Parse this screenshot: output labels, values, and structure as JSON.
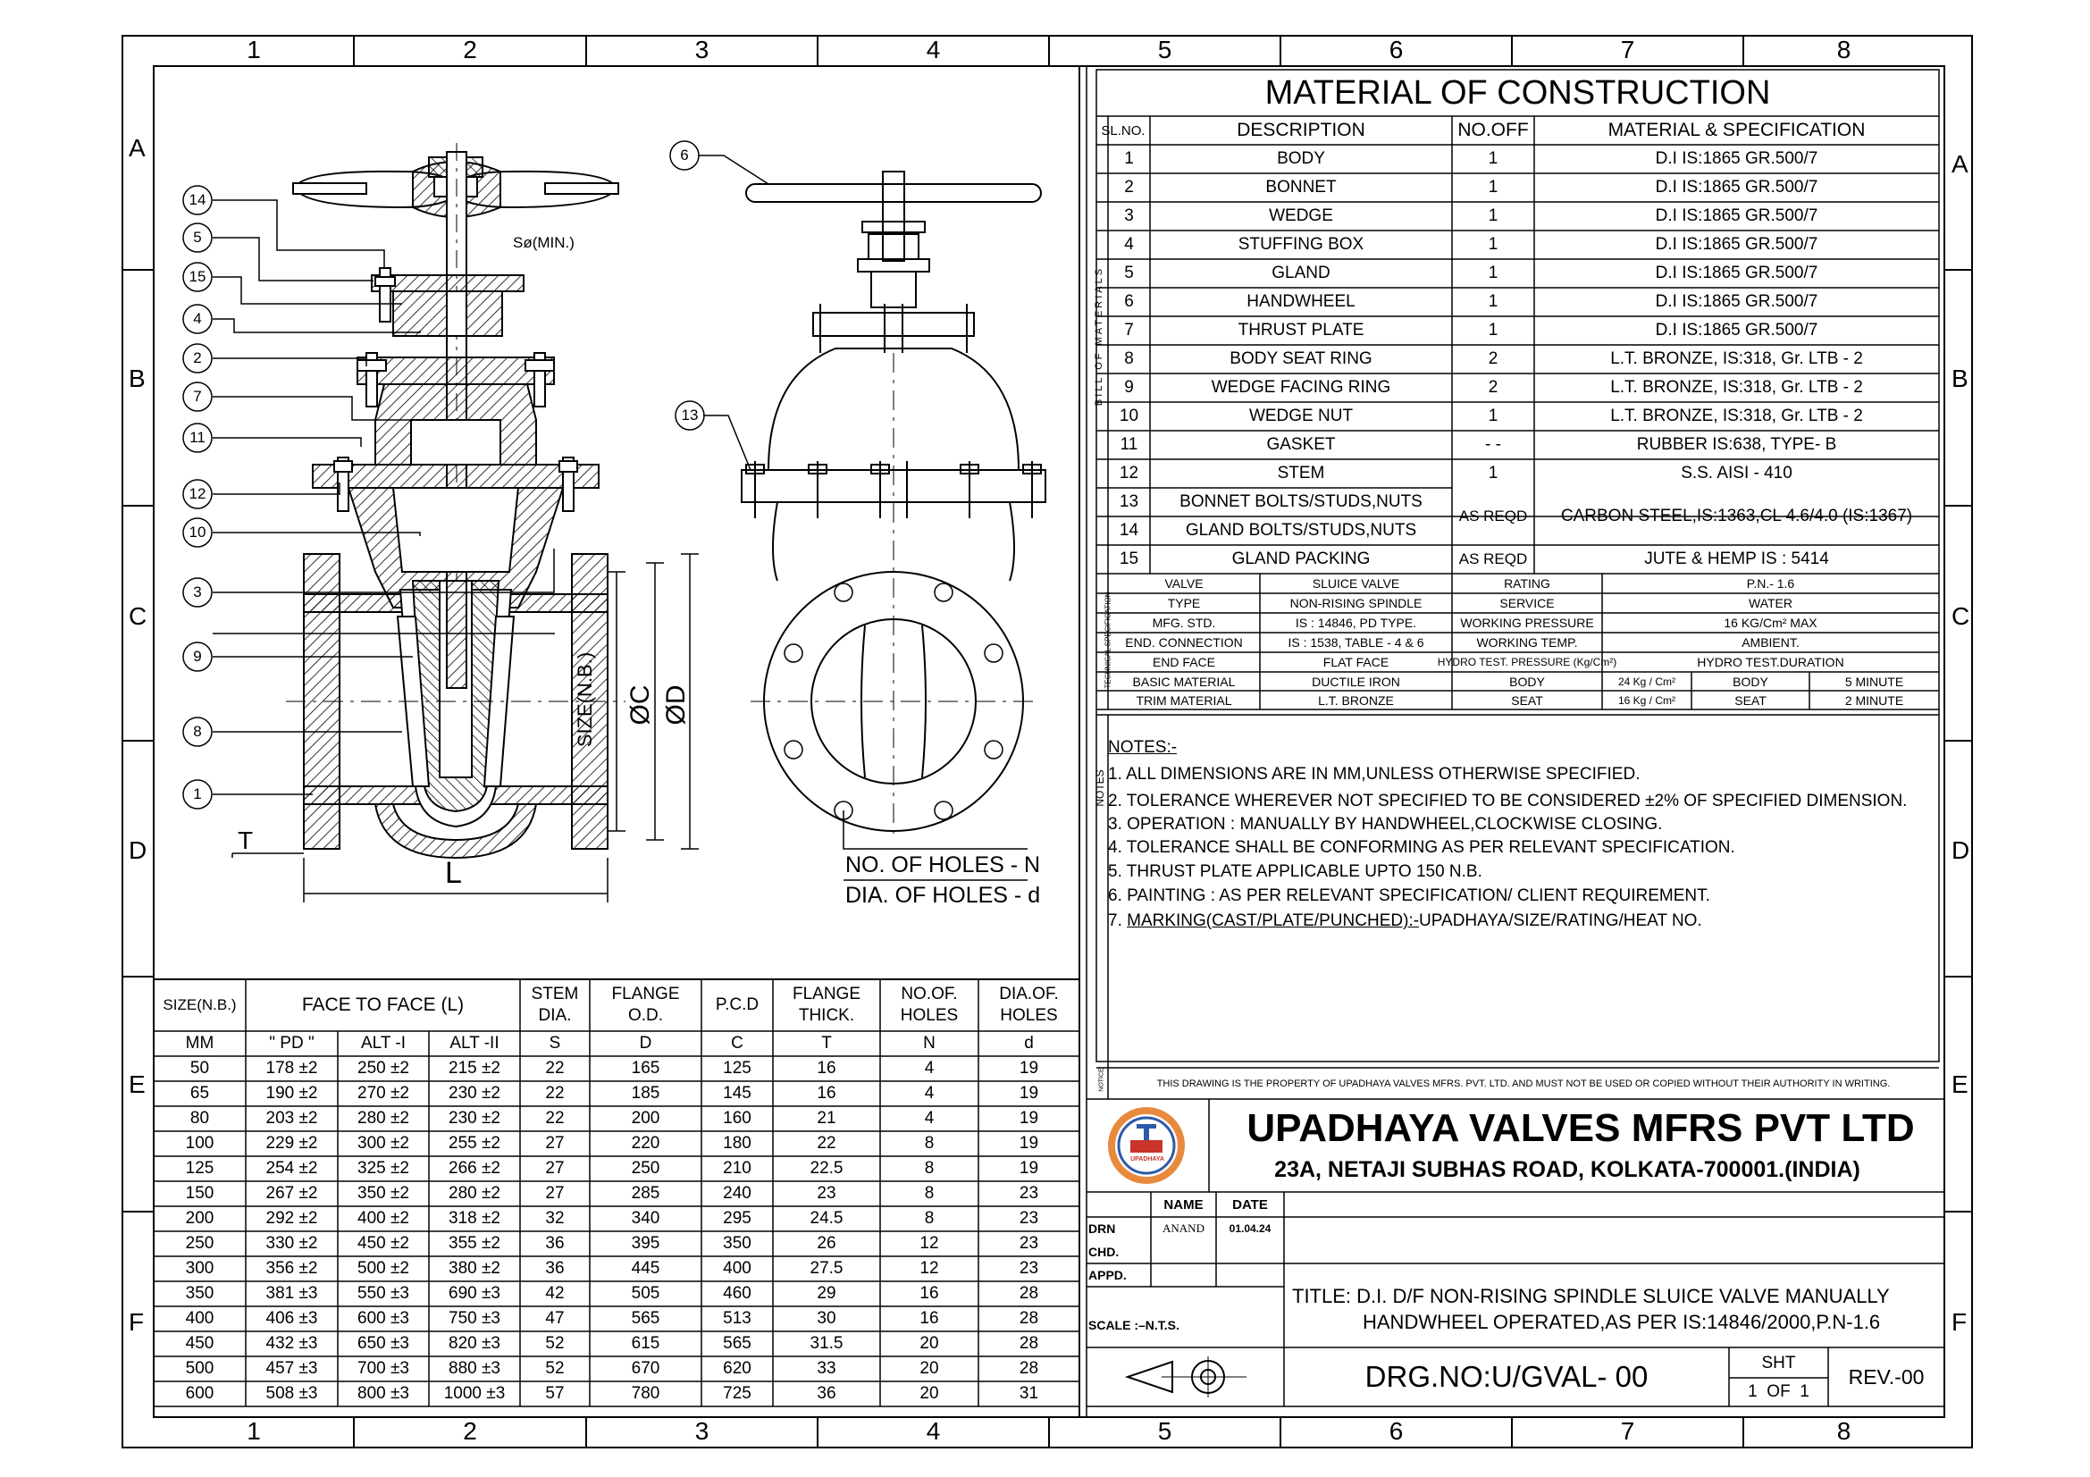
{
  "border": {
    "columns": [
      "1",
      "2",
      "3",
      "4",
      "5",
      "6",
      "7",
      "8"
    ],
    "rows": [
      "A",
      "B",
      "C",
      "D",
      "E",
      "F"
    ]
  },
  "drawing_labels": {
    "balloons": [
      "14",
      "5",
      "15",
      "4",
      "2",
      "7",
      "11",
      "12",
      "10",
      "3",
      "9",
      "8",
      "1",
      "6",
      "13"
    ],
    "stem_dia": "Sø(MIN.)",
    "size_nb": "SIZE(N.B.)",
    "oc": "ØC",
    "od": "ØD",
    "t": "T",
    "l": "L",
    "holes_n": "NO. OF HOLES - N",
    "holes_d": "DIA. OF HOLES - d"
  },
  "moc": {
    "title": "MATERIAL OF CONSTRUCTION",
    "side_label": "BILL OF MATERIALS",
    "headers": [
      "SL.NO.",
      "DESCRIPTION",
      "NO.OFF",
      "MATERIAL & SPECIFICATION"
    ],
    "rows": [
      [
        "1",
        "BODY",
        "1",
        "D.I IS:1865 GR.500/7"
      ],
      [
        "2",
        "BONNET",
        "1",
        "D.I IS:1865 GR.500/7"
      ],
      [
        "3",
        "WEDGE",
        "1",
        "D.I IS:1865 GR.500/7"
      ],
      [
        "4",
        "STUFFING BOX",
        "1",
        "D.I IS:1865 GR.500/7"
      ],
      [
        "5",
        "GLAND",
        "1",
        "D.I IS:1865 GR.500/7"
      ],
      [
        "6",
        "HANDWHEEL",
        "1",
        "D.I IS:1865 GR.500/7"
      ],
      [
        "7",
        "THRUST PLATE",
        "1",
        "D.I IS:1865 GR.500/7"
      ],
      [
        "8",
        "BODY SEAT RING",
        "2",
        "L.T. BRONZE, IS:318, Gr. LTB - 2"
      ],
      [
        "9",
        "WEDGE FACING RING",
        "2",
        "L.T. BRONZE, IS:318, Gr. LTB - 2"
      ],
      [
        "10",
        "WEDGE NUT",
        "1",
        "L.T. BRONZE, IS:318, Gr. LTB - 2"
      ],
      [
        "11",
        "GASKET",
        "- -",
        "RUBBER IS:638, TYPE- B"
      ],
      [
        "12",
        "STEM",
        "1",
        "S.S. AISI - 410"
      ]
    ],
    "row13": {
      "sl": "13",
      "desc": "BONNET BOLTS/STUDS,NUTS"
    },
    "row14": {
      "sl": "14",
      "desc": "GLAND BOLTS/STUDS,NUTS"
    },
    "row1314_qty": "AS  REQD",
    "row1314_mat": "CARBON STEEL,IS:1363,CL 4.6/4.0 (IS:1367)",
    "row15": [
      "15",
      "GLAND PACKING",
      "AS REQD",
      "JUTE & HEMP IS : 5414"
    ]
  },
  "tech": {
    "side_label": "TECHNICAL SPECIFICATION",
    "rows": [
      [
        "VALVE",
        "SLUICE VALVE",
        "RATING",
        "P.N.- 1.6"
      ],
      [
        "TYPE",
        "NON-RISING SPINDLE",
        "SERVICE",
        "WATER"
      ],
      [
        "MFG. STD.",
        "IS : 14846, PD TYPE.",
        "WORKING PRESSURE",
        "16 KG/Cm² MAX"
      ],
      [
        "END. CONNECTION",
        "IS : 1538, TABLE - 4 & 6",
        "WORKING TEMP.",
        "AMBIENT."
      ],
      [
        "END FACE",
        "FLAT FACE",
        "HYDRO TEST. PRESSURE  (Kg/Cm²)",
        "HYDRO TEST.DURATION"
      ]
    ],
    "row6": [
      "BASIC MATERIAL",
      "DUCTILE IRON",
      "BODY",
      "24 Kg / Cm²",
      "BODY",
      "5 MINUTE"
    ],
    "row7": [
      "TRIM MATERIAL",
      "L.T. BRONZE",
      "SEAT",
      "16 Kg / Cm²",
      "SEAT",
      "2 MINUTE"
    ]
  },
  "notes": {
    "side_label": "NOTES",
    "heading": "NOTES:-",
    "items": [
      "1. ALL DIMENSIONS ARE IN MM,UNLESS OTHERWISE SPECIFIED.",
      "2. TOLERANCE WHEREVER NOT SPECIFIED TO BE CONSIDERED ±2% OF SPECIFIED DIMENSION.",
      "3. OPERATION : MANUALLY BY HANDWHEEL,CLOCKWISE CLOSING.",
      "4. TOLERANCE SHALL BE CONFORMING AS PER RELEVANT SPECIFICATION.",
      "5. THRUST PLATE APPLICABLE UPTO 150 N.B.",
      "6. PAINTING : AS PER RELEVANT SPECIFICATION/ CLIENT REQUIREMENT."
    ],
    "item7_prefix": "7. ",
    "item7_underlined": "MARKING(CAST/PLATE/PUNCHED):-",
    "item7_suffix": "UPADHAYA/SIZE/RATING/HEAT NO.",
    "property_side": "NOTICE",
    "property_notice": "THIS DRAWING IS THE PROPERTY OF UPADHAYA VALVES MFRS. PVT. LTD. AND MUST NOT BE USED OR COPIED WITHOUT THEIR AUTHORITY IN WRITING."
  },
  "dims": {
    "h1": {
      "size": "SIZE(N.B.)",
      "ftf": "FACE TO FACE (L)",
      "stem": "STEM\nDIA.",
      "flod": "FLANGE\nO.D.",
      "pcd": "P.C.D",
      "flt": "FLANGE\nTHICK.",
      "noh": "NO.OF.\nHOLES",
      "doh": "DIA.OF.\nHOLES"
    },
    "h2": [
      "MM",
      "\" PD \"",
      "ALT -I",
      "ALT -II",
      "S",
      "D",
      "C",
      "T",
      "N",
      "d"
    ],
    "rows": [
      [
        "50",
        "178 ±2",
        "250 ±2",
        "215 ±2",
        "22",
        "165",
        "125",
        "16",
        "4",
        "19"
      ],
      [
        "65",
        "190 ±2",
        "270 ±2",
        "230 ±2",
        "22",
        "185",
        "145",
        "16",
        "4",
        "19"
      ],
      [
        "80",
        "203 ±2",
        "280 ±2",
        "230 ±2",
        "22",
        "200",
        "160",
        "21",
        "4",
        "19"
      ],
      [
        "100",
        "229 ±2",
        "300 ±2",
        "255 ±2",
        "27",
        "220",
        "180",
        "22",
        "8",
        "19"
      ],
      [
        "125",
        "254 ±2",
        "325 ±2",
        "266 ±2",
        "27",
        "250",
        "210",
        "22.5",
        "8",
        "19"
      ],
      [
        "150",
        "267 ±2",
        "350 ±2",
        "280 ±2",
        "27",
        "285",
        "240",
        "23",
        "8",
        "23"
      ],
      [
        "200",
        "292 ±2",
        "400 ±2",
        "318 ±2",
        "32",
        "340",
        "295",
        "24.5",
        "8",
        "23"
      ],
      [
        "250",
        "330 ±2",
        "450 ±2",
        "355 ±2",
        "36",
        "395",
        "350",
        "26",
        "12",
        "23"
      ],
      [
        "300",
        "356 ±2",
        "500 ±2",
        "380 ±2",
        "36",
        "445",
        "400",
        "27.5",
        "12",
        "23"
      ],
      [
        "350",
        "381 ±3",
        "550 ±3",
        "690 ±3",
        "42",
        "505",
        "460",
        "29",
        "16",
        "28"
      ],
      [
        "400",
        "406 ±3",
        "600 ±3",
        "750 ±3",
        "47",
        "565",
        "513",
        "30",
        "16",
        "28"
      ],
      [
        "450",
        "432 ±3",
        "650 ±3",
        "820 ±3",
        "52",
        "615",
        "565",
        "31.5",
        "20",
        "28"
      ],
      [
        "500",
        "457 ±3",
        "700 ±3",
        "880 ±3",
        "52",
        "670",
        "620",
        "33",
        "20",
        "28"
      ],
      [
        "600",
        "508 ±3",
        "800 ±3",
        "1000 ±3",
        "57",
        "780",
        "725",
        "36",
        "20",
        "31"
      ]
    ]
  },
  "titleblock": {
    "logo_text": "UPADHAYA",
    "company": "UPADHAYA VALVES MFRS PVT LTD",
    "address": "23A, NETAJI SUBHAS ROAD, KOLKATA-700001.(INDIA)",
    "name_hdr": "NAME",
    "date_hdr": "DATE",
    "drn": "DRN",
    "drn_name": "ANAND",
    "drn_date": "01.04.24",
    "chd": "CHD.",
    "appd": "APPD.",
    "scale": "SCALE :–N.T.S.",
    "title_line1": "TITLE: D.I. D/F NON-RISING SPINDLE SLUICE VALVE MANUALLY",
    "title_line2": "HANDWHEEL OPERATED,AS PER IS:14846/2000,P.N-1.6",
    "drg_no": "DRG.NO:U/GVAL- 00",
    "sht": "SHT",
    "sht_val": "1  OF  1",
    "rev": "REV.-00"
  }
}
